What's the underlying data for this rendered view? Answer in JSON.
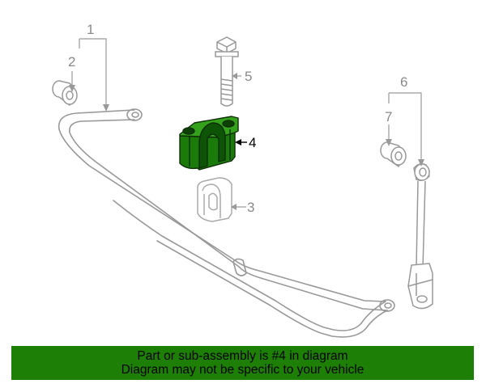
{
  "callouts": {
    "c1": "1",
    "c2": "2",
    "c3": "3",
    "c4": "4",
    "c5": "5",
    "c6": "6",
    "c7": "7"
  },
  "highlight_part": "4",
  "colors": {
    "outline": "#999999",
    "highlight_fill": "#1e8a0c",
    "highlight_stroke": "#0f2e08",
    "banner_bg": "#1d7f05"
  },
  "banner": {
    "line1": "Part or sub-assembly is #4 in diagram",
    "line2": "Diagram may not be specific to your vehicle"
  }
}
